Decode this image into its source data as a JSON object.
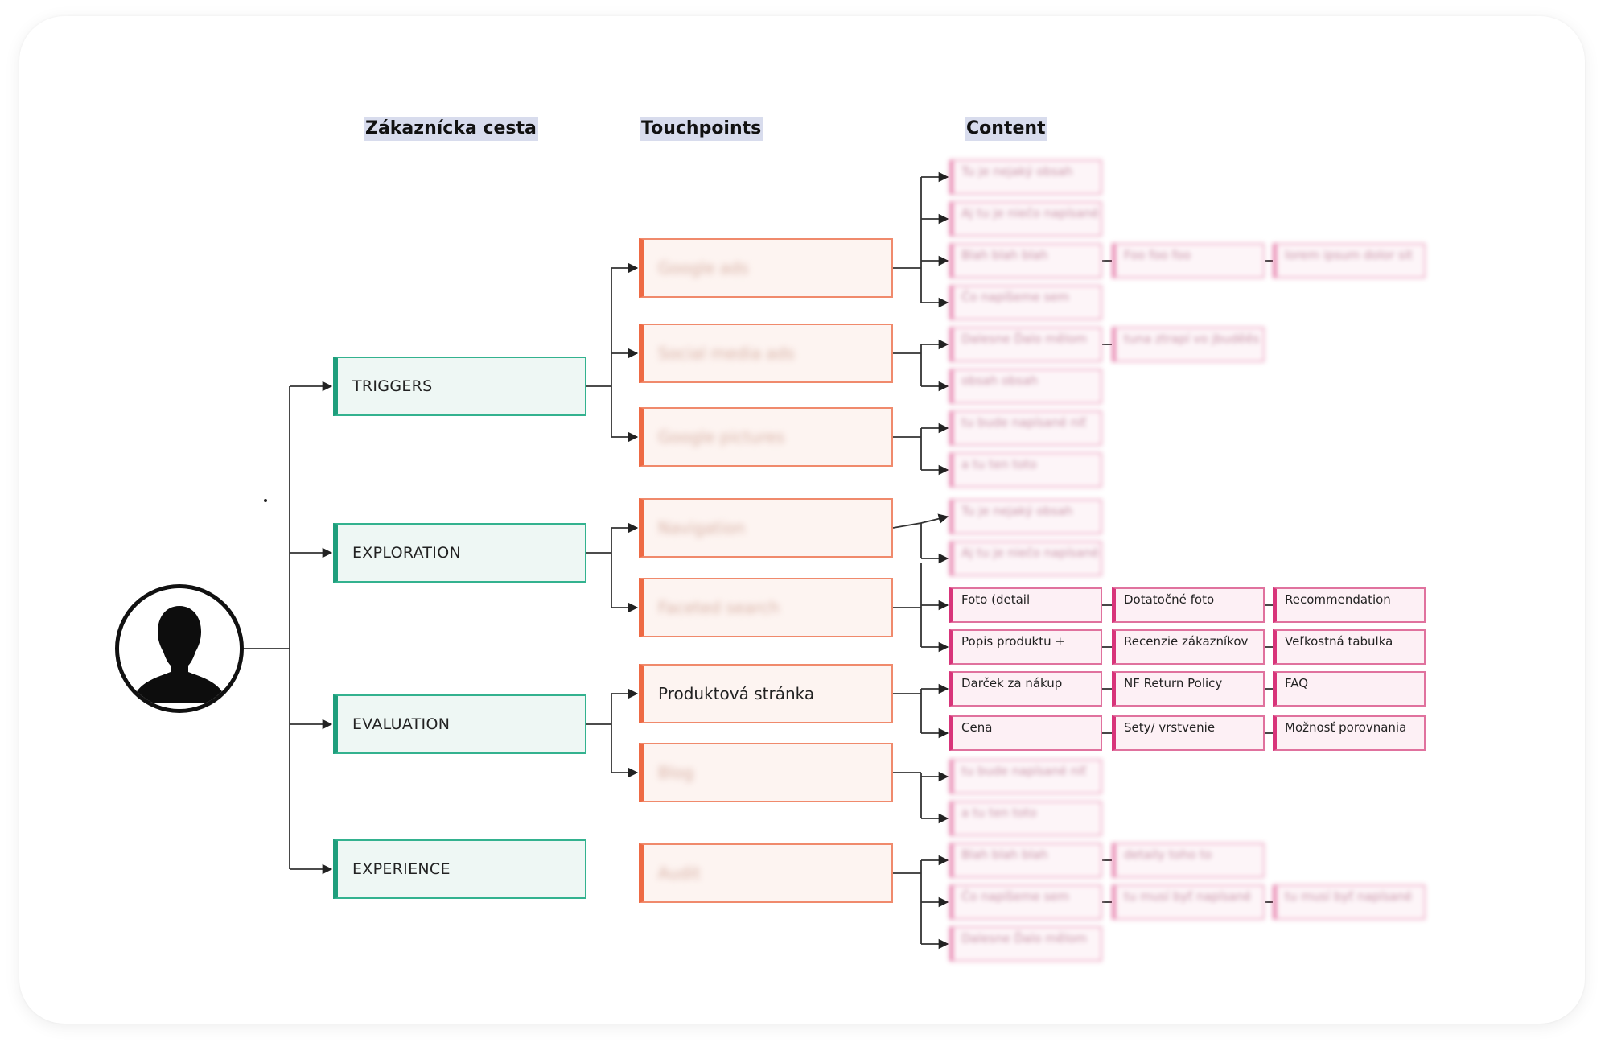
{
  "headers": {
    "journey": "Zákaznícka cesta",
    "touchpoints": "Touchpoints",
    "content": "Content"
  },
  "avatar": {
    "icon": "person-silhouette-icon"
  },
  "stages": [
    {
      "label": "TRIGGERS"
    },
    {
      "label": "EXPLORATION"
    },
    {
      "label": "EVALUATION"
    },
    {
      "label": "EXPERIENCE"
    }
  ],
  "touchpoints": [
    {
      "label": "Google ads",
      "blurred": true
    },
    {
      "label": "Social media ads",
      "blurred": true
    },
    {
      "label": "Google pictures",
      "blurred": true
    },
    {
      "label": "Navigation",
      "blurred": true
    },
    {
      "label": "Faceted search",
      "blurred": true
    },
    {
      "label": "Produktová stránka",
      "blurred": false
    },
    {
      "label": "Blog",
      "blurred": true
    },
    {
      "label": "Audit",
      "blurred": true
    }
  ],
  "content": [
    {
      "label": "Tu je nejaký obsah",
      "blurred": true
    },
    {
      "label": "Aj tu je niečo napísané",
      "blurred": true
    },
    {
      "label": "Blah blah blah",
      "blurred": true
    },
    {
      "label": "Foo foo foo",
      "blurred": true
    },
    {
      "label": "lorem ipsum dolor sit",
      "blurred": true
    },
    {
      "label": "Čo napíšeme sem",
      "blurred": true
    },
    {
      "label": "Dalesne Ďalo mělom",
      "blurred": true
    },
    {
      "label": "tuna ztrapí vo jbuděěs n",
      "blurred": true
    },
    {
      "label": "obsah obsah",
      "blurred": true
    },
    {
      "label": "tu bude napísané niť",
      "blurred": true
    },
    {
      "label": "a tu ten toto",
      "blurred": true
    },
    {
      "label": "Tu je nejaký obsah",
      "blurred": true
    },
    {
      "label": "Aj tu je niečo napísané",
      "blurred": true
    },
    {
      "label": "Foto (detail",
      "blurred": false
    },
    {
      "label": "Dotatočné foto",
      "blurred": false
    },
    {
      "label": "Recommendation",
      "blurred": false
    },
    {
      "label": "Popis produktu +",
      "blurred": false
    },
    {
      "label": "Recenzie zákazníkov",
      "blurred": false
    },
    {
      "label": "Veľkostná tabulka",
      "blurred": false
    },
    {
      "label": "Darček za nákup",
      "blurred": false
    },
    {
      "label": "NF Return Policy",
      "blurred": false
    },
    {
      "label": "FAQ",
      "blurred": false
    },
    {
      "label": "Cena",
      "blurred": false
    },
    {
      "label": "Sety/ vrstvenie",
      "blurred": false
    },
    {
      "label": "Možnosť porovnania",
      "blurred": false
    },
    {
      "label": "tu bude napísané niť",
      "blurred": true
    },
    {
      "label": "a tu ten toto",
      "blurred": true
    },
    {
      "label": "Blah blah blah",
      "blurred": true
    },
    {
      "label": "detaily toho to",
      "blurred": true
    },
    {
      "label": "Čo napíšeme sem",
      "blurred": true
    },
    {
      "label": "tu musí byť napísané",
      "blurred": true
    },
    {
      "label": "tu musí byť napísané",
      "blurred": true
    },
    {
      "label": "Dalesne Ďalo mělom",
      "blurred": true
    }
  ],
  "colors": {
    "stage_accent": "#1e9e7c",
    "touchpoint_accent": "#ee6a44",
    "content_accent": "#d8347a",
    "header_highlight": "#d8dced"
  }
}
